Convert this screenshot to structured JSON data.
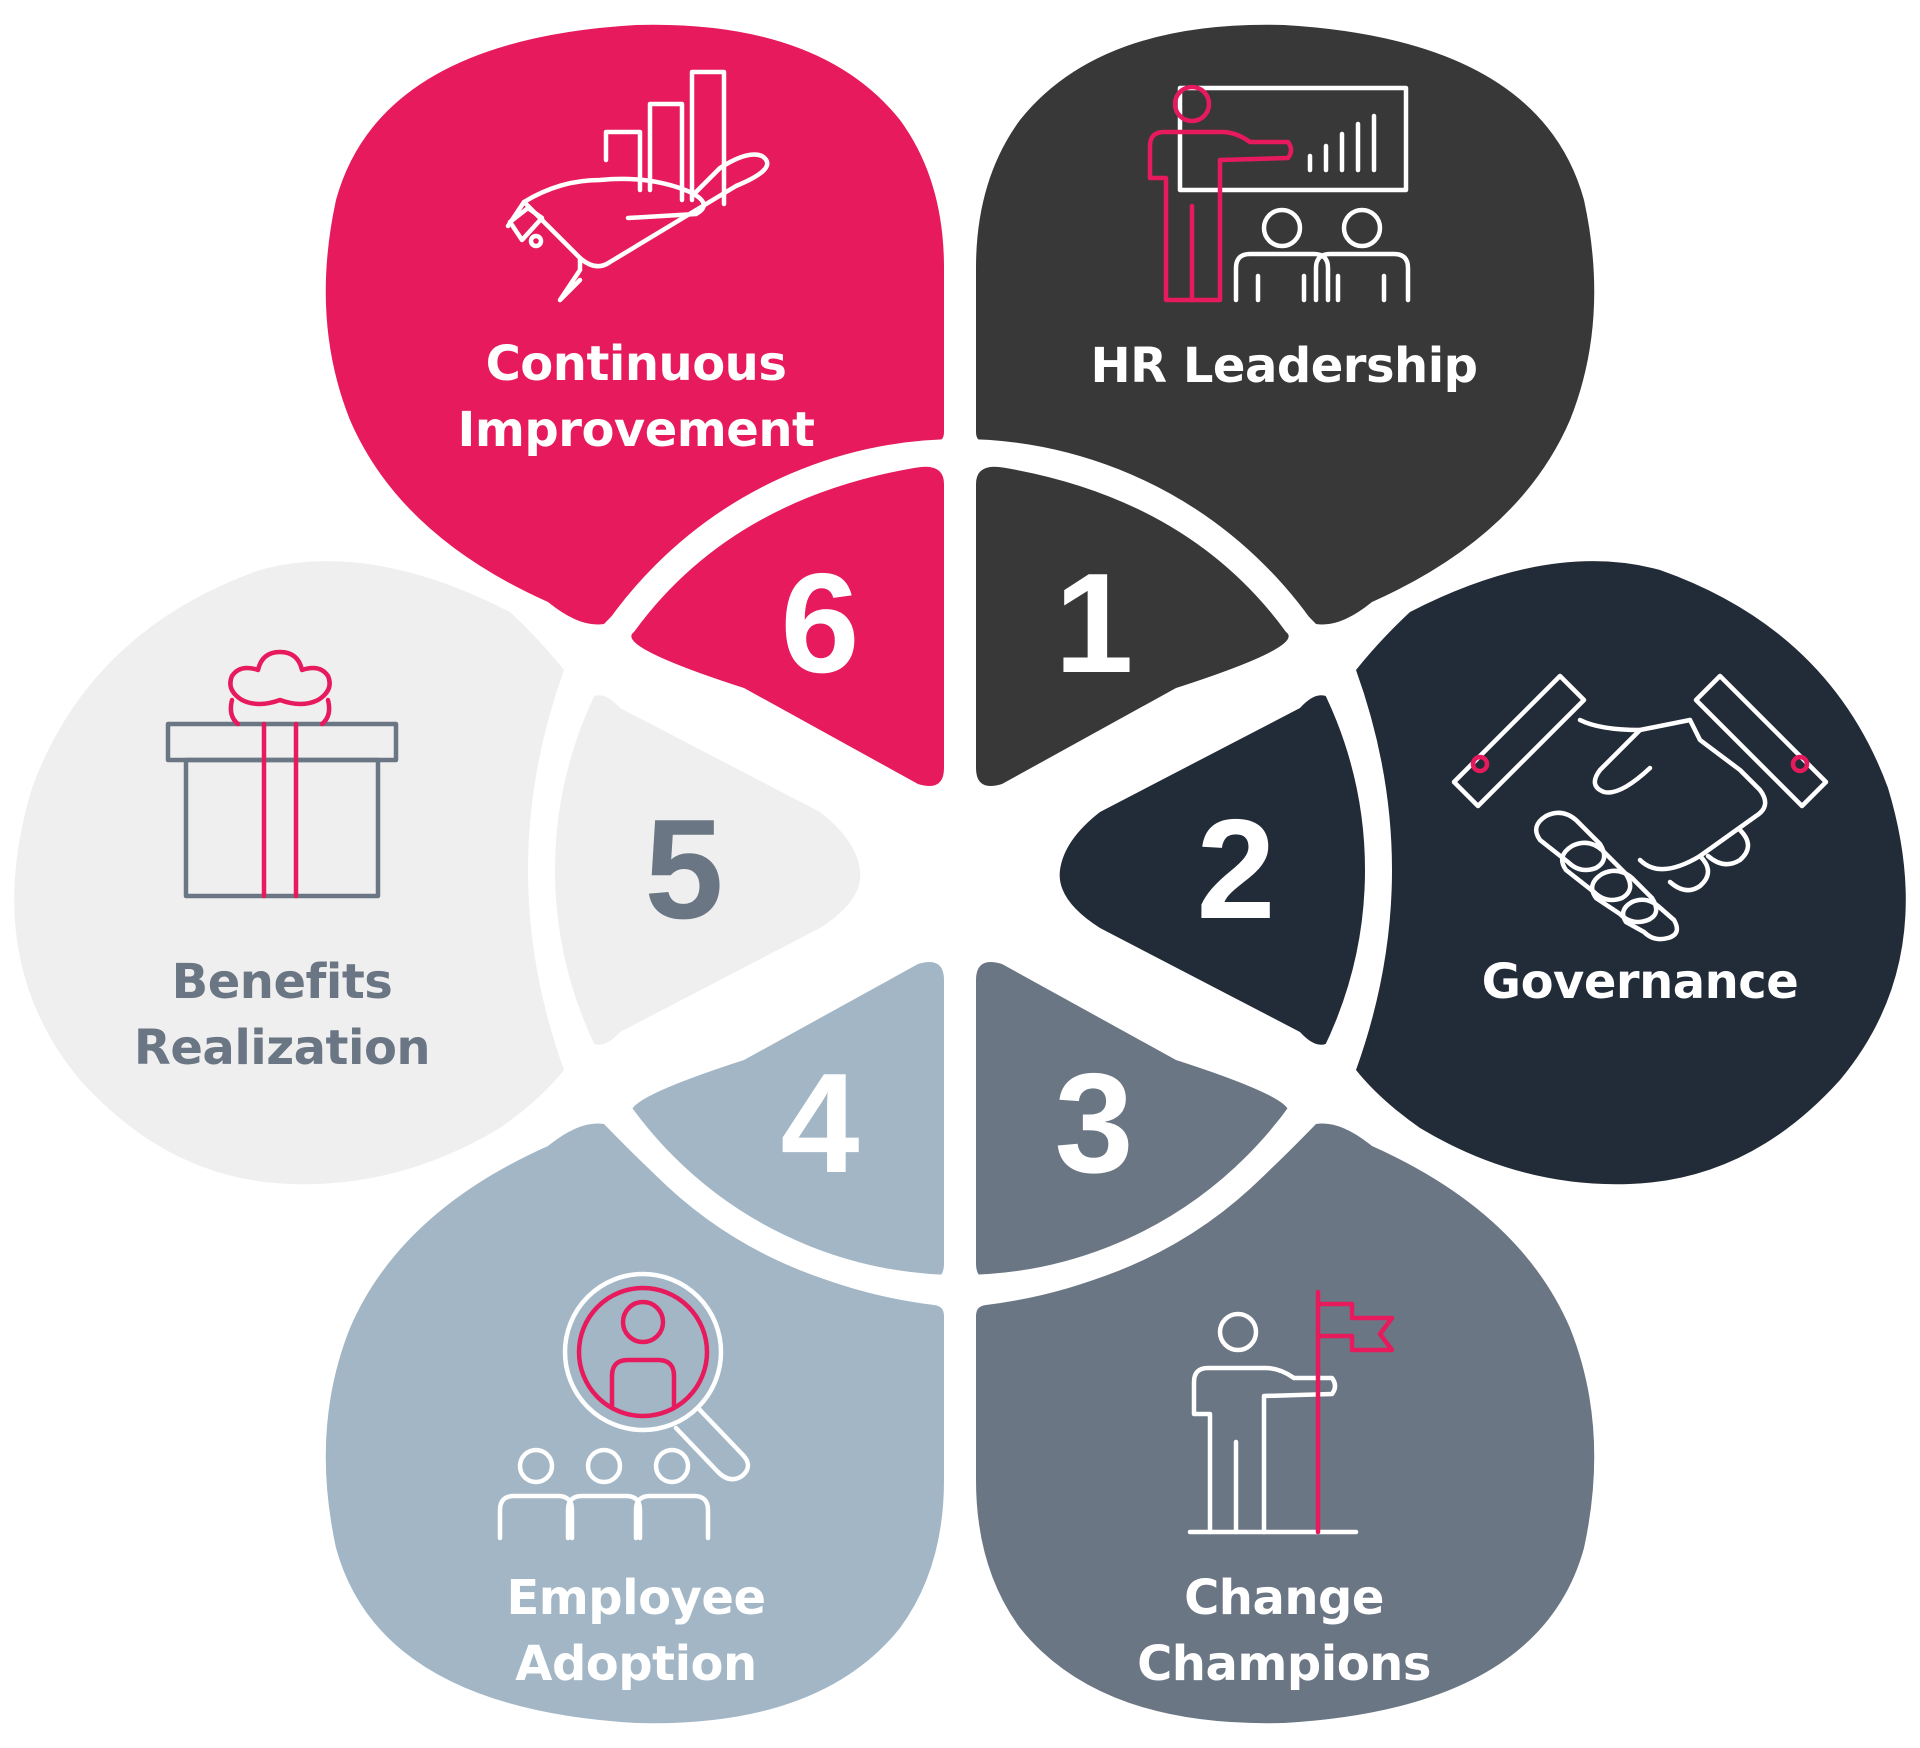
{
  "colors": {
    "background": "#ffffff",
    "accent_pink": "#e61a5c",
    "dark_gray": "#383839",
    "navy": "#222b38",
    "slate": "#6b7684",
    "light_blue_gray": "#a2b6c6",
    "light_gray": "#efefef",
    "benefits_text": "#6b7684",
    "white": "#ffffff"
  },
  "steps": [
    {
      "number": "1",
      "title_lines": [
        "HR Leadership"
      ],
      "icon": "presentation-icon",
      "color": "#383839",
      "text_color": "#ffffff"
    },
    {
      "number": "2",
      "title_lines": [
        "Governance"
      ],
      "icon": "handshake-icon",
      "color": "#222b38",
      "text_color": "#ffffff"
    },
    {
      "number": "3",
      "title_lines": [
        "Change",
        "Champions"
      ],
      "icon": "person-flag-icon",
      "color": "#6b7684",
      "text_color": "#ffffff"
    },
    {
      "number": "4",
      "title_lines": [
        "Employee",
        "Adoption"
      ],
      "icon": "magnifier-people-icon",
      "color": "#a2b6c6",
      "text_color": "#ffffff"
    },
    {
      "number": "5",
      "title_lines": [
        "Benefits",
        "Realization"
      ],
      "icon": "gift-icon",
      "color": "#efefef",
      "text_color": "#6b7684"
    },
    {
      "number": "6",
      "title_lines": [
        "Continuous",
        "Improvement"
      ],
      "icon": "growth-hand-icon",
      "color": "#e61a5c",
      "text_color": "#ffffff"
    }
  ]
}
